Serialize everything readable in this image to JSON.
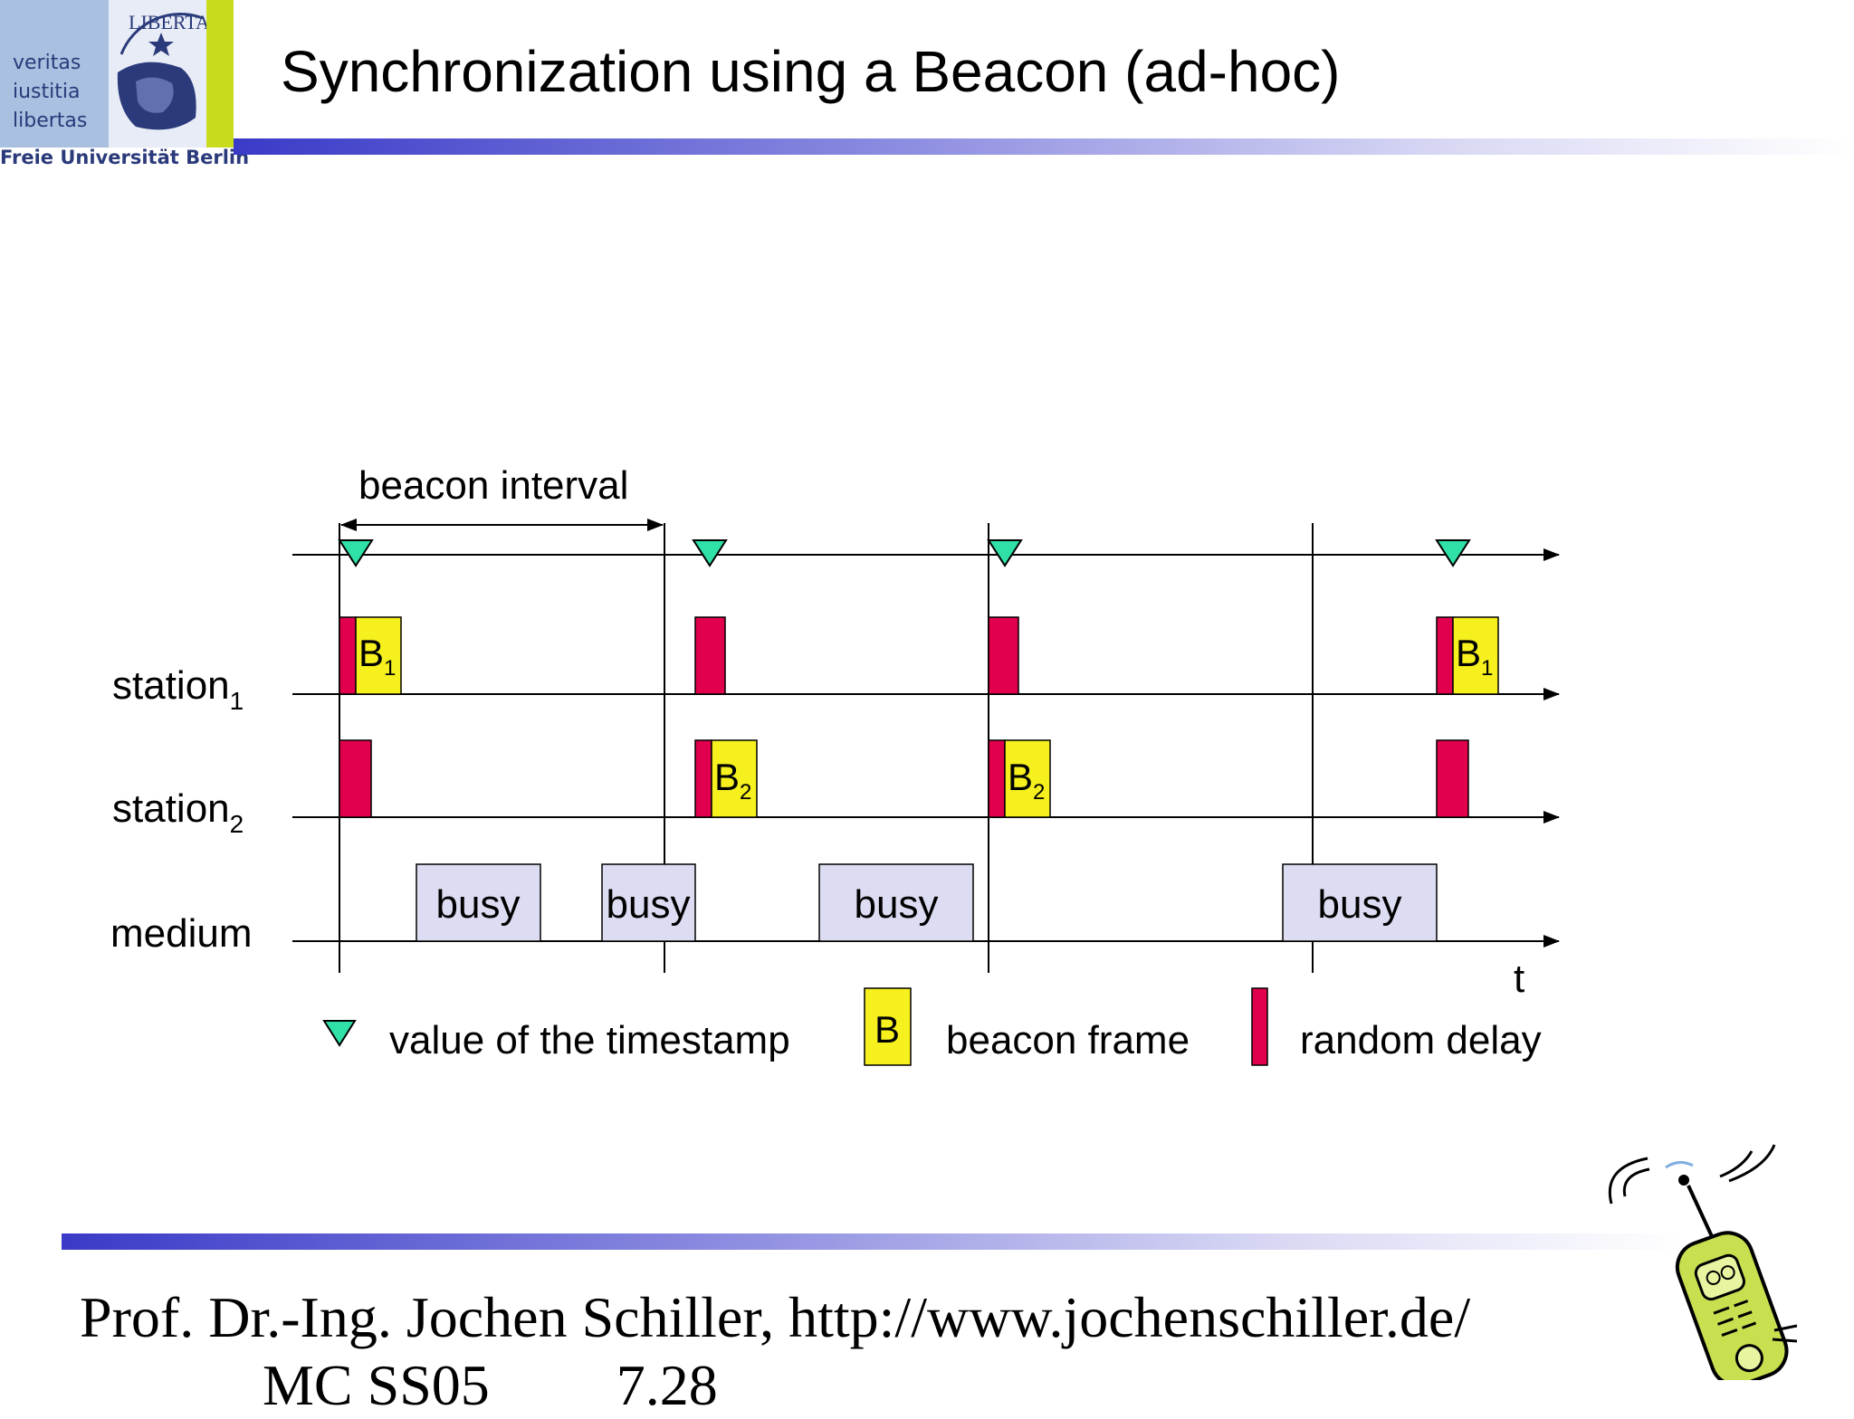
{
  "logo": {
    "motto": [
      "veritas",
      "iustitia",
      "libertas"
    ],
    "university": "Freie Universität Berlin",
    "seal_text": "LIBERTAS"
  },
  "title": "Synchronization using a Beacon (ad-hoc)",
  "diagram": {
    "beacon_interval_label": "beacon interval",
    "rows": {
      "station1": {
        "label": "station",
        "sub": "1"
      },
      "station2": {
        "label": "station",
        "sub": "2"
      },
      "medium": {
        "label": "medium"
      }
    },
    "time_label": "t",
    "beacons": [
      {
        "row": "station1",
        "text": "B",
        "sub": "1"
      },
      {
        "row": "station2",
        "text": "B",
        "sub": "2"
      },
      {
        "row": "station2",
        "text": "B",
        "sub": "2"
      },
      {
        "row": "station1",
        "text": "B",
        "sub": "1"
      }
    ],
    "busy_label": "busy",
    "legend": {
      "timestamp": "value of the timestamp",
      "beacon_symbol": "B",
      "beacon": "beacon frame",
      "delay": "random delay"
    },
    "colors": {
      "delay": "#e0004d",
      "beacon": "#f5f01e",
      "busy": "#dcdcf2",
      "timestamp": "#2fe0a8"
    }
  },
  "footer": {
    "line1": "Prof. Dr.-Ing. Jochen Schiller, http://www.jochenschiller.de/",
    "course": "MC SS05",
    "page": "7.28"
  }
}
